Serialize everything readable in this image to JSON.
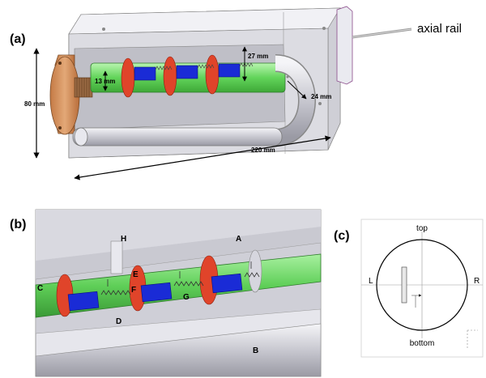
{
  "panel_a": {
    "label": "(a)",
    "rail_label": "axial rail",
    "dims": {
      "height": "80 mm",
      "length": "220 mm",
      "inner": "13 mm",
      "outer": "27 mm",
      "bend": "24 mm"
    }
  },
  "panel_b": {
    "label": "(b)",
    "letters": [
      "A",
      "B",
      "C",
      "D",
      "E",
      "F",
      "G",
      "H"
    ]
  },
  "panel_c": {
    "label": "(c)",
    "top": "top",
    "bottom": "bottom",
    "left": "L",
    "right": "R"
  },
  "colors": {
    "tube_green": "#7ee07a",
    "magnet_blue": "#1a2bd6",
    "flange_red": "#e0442a",
    "copper": "#d08a55",
    "housing_gray": "#d6d6dc"
  }
}
